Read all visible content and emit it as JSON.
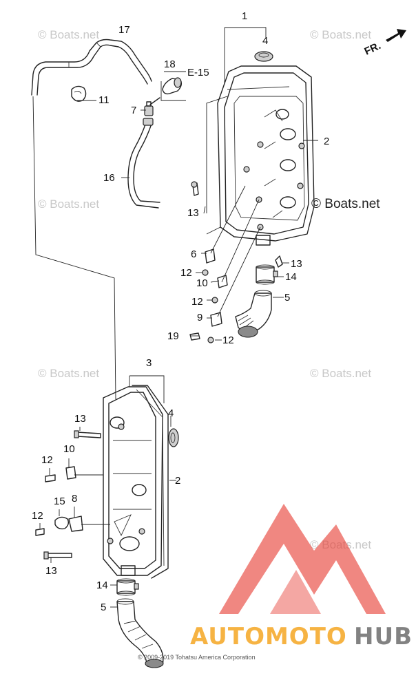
{
  "diagram": {
    "copyright": "© 2009-2019 Tohatsu America Corporation",
    "direction_label": "FR.",
    "reference_label": "E-15",
    "watermark": "© Boats.net",
    "logo_text_left": "AUTOMOTO",
    "logo_text_right": "HUB",
    "colors": {
      "logo_red": "#e8433a",
      "logo_orange": "#f5a623",
      "logo_gray": "#6d6d6d",
      "watermark_gray": "#c8c8c8"
    },
    "top_callouts": {
      "c1": "1",
      "c2": "2",
      "c4": "4",
      "c5": "5",
      "c6": "6",
      "c7": "7",
      "c9": "9",
      "c10": "10",
      "c11": "11",
      "c12a": "12",
      "c12b": "12",
      "c12c": "12",
      "c13a": "13",
      "c13b": "13",
      "c14": "14",
      "c16": "16",
      "c17": "17",
      "c18": "18",
      "c19": "19"
    },
    "bottom_callouts": {
      "c2": "2",
      "c3": "3",
      "c4": "4",
      "c5": "5",
      "c8": "8",
      "c10": "10",
      "c12a": "12",
      "c12b": "12",
      "c13a": "13",
      "c13b": "13",
      "c14": "14",
      "c15": "15"
    }
  }
}
